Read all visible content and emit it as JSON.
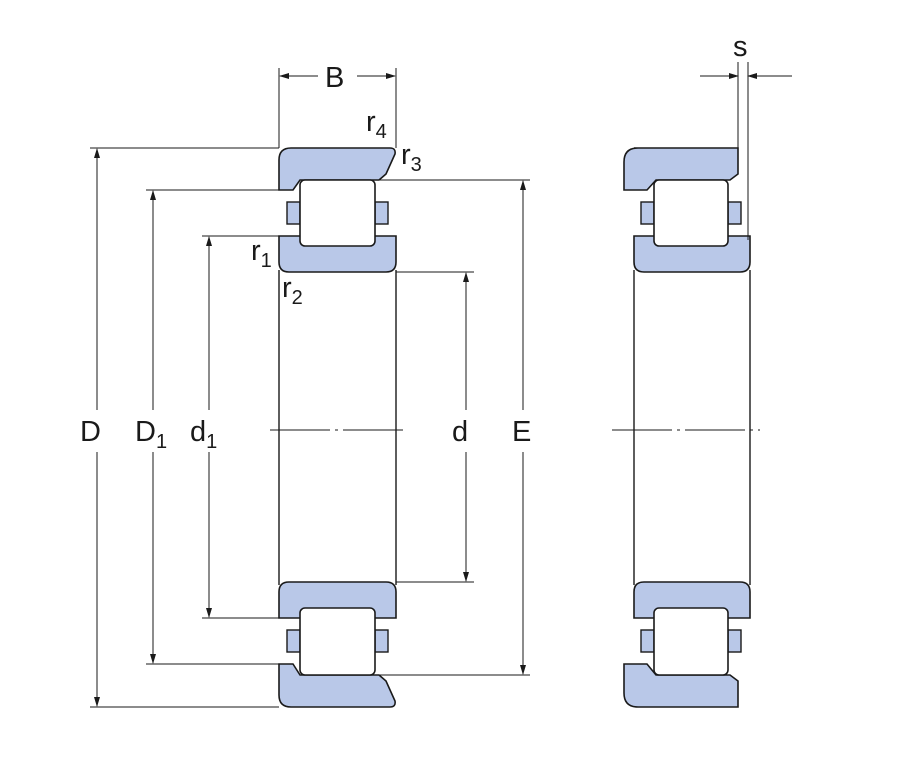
{
  "labels": {
    "D": "D",
    "D1": "D",
    "D1_sub": "1",
    "d1": "d",
    "d1_sub": "1",
    "d": "d",
    "E": "E",
    "B": "B",
    "s": "s",
    "r1": "r",
    "r1_sub": "1",
    "r2": "r",
    "r2_sub": "2",
    "r3": "r",
    "r3_sub": "3",
    "r4": "r",
    "r4_sub": "4"
  },
  "colors": {
    "ring_fill": "#b9c8e8",
    "stroke": "#1a1a1a"
  }
}
